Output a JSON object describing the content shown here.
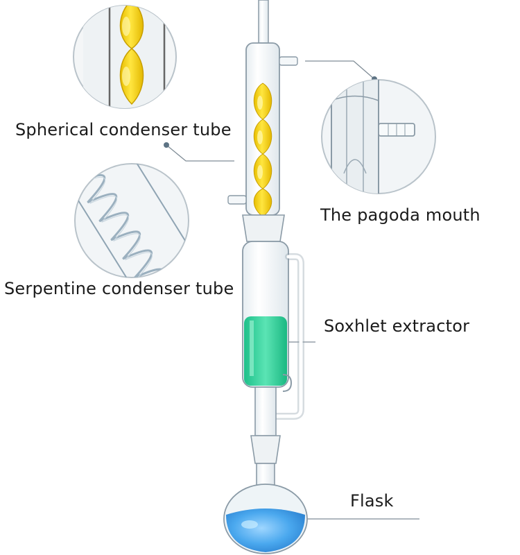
{
  "labels": {
    "spherical": "Spherical condenser tube",
    "serpentine": "Serpentine condenser tube",
    "pagoda": "The pagoda mouth",
    "soxhlet": "Soxhlet extractor",
    "flask": "Flask"
  },
  "colors": {
    "glass_outline": "#8a9aa6",
    "condenser_liquid": "#f3d214",
    "extractor_liquid": "#2bd49a",
    "flask_liquid": "#4aa8ee",
    "leader_line": "#7f8c96",
    "label_text": "#1a1a1a"
  },
  "icons": {
    "callout_dot": "dot-icon"
  }
}
